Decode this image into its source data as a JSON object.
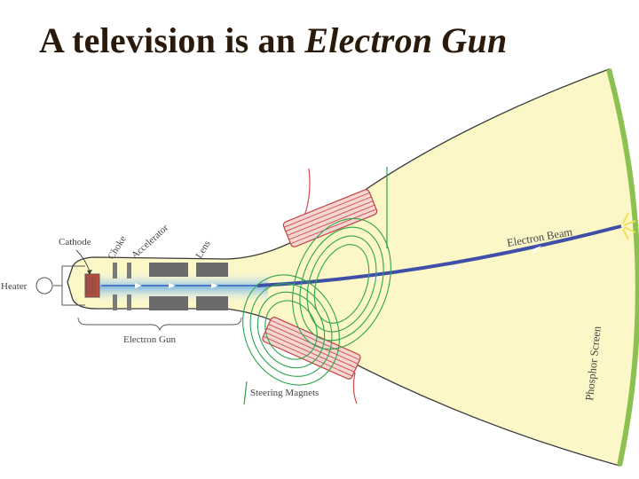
{
  "title": {
    "prefix": "A television is an ",
    "emphasis": "Electron Gun"
  },
  "labels": {
    "heater": "Heater",
    "cathode": "Cathode",
    "choke": "Choke",
    "accelerator": "Accelerator",
    "lens": "Lens",
    "electron_gun": "Electron Gun",
    "steering_magnets": "Steering Magnets",
    "electron_beam": "Electron Beam",
    "phosphor_screen": "Phosphor Screen"
  },
  "colors": {
    "tube_fill": "#fbf7c6",
    "screen_edge": "#8cc050",
    "magnet_red": "#d04a4a",
    "magnet_green": "#2ea64a",
    "beam": "#3f4fa8",
    "gun_parts": "#666666"
  }
}
